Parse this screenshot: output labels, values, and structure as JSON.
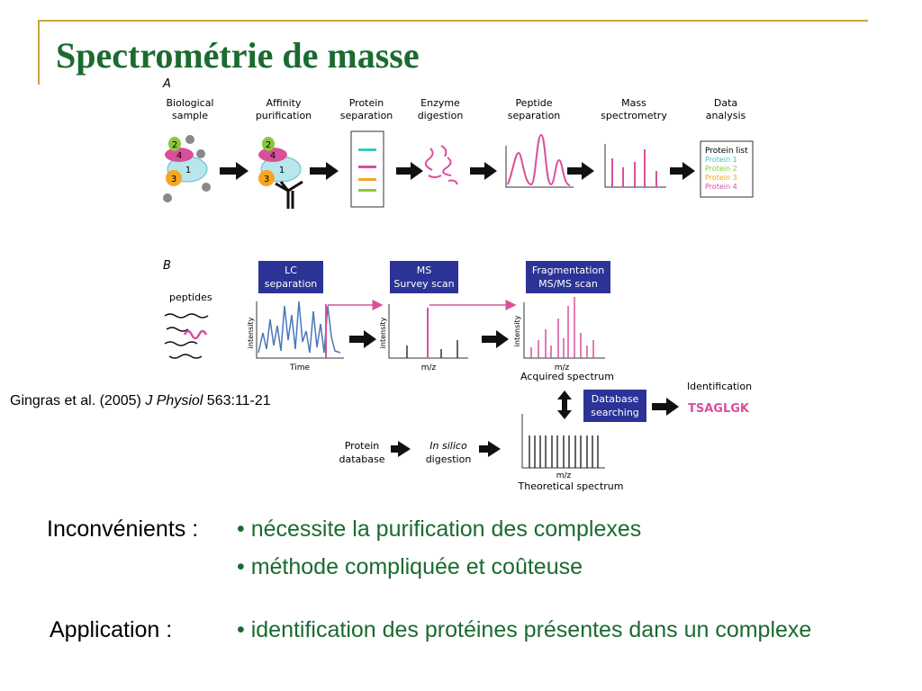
{
  "slide": {
    "title": "Spectrométrie de masse",
    "citation": {
      "authors": "Gingras et al. (2005)",
      "journal": "J Physiol",
      "ref": "563:11-21"
    },
    "inconvenients": {
      "label": "Inconvénients :",
      "items": [
        "nécessite la purification des complexes",
        "méthode compliquée et coûteuse"
      ]
    },
    "application": {
      "label": "Application :",
      "items": [
        "identification des protéines présentes dans un complexe"
      ]
    },
    "colors": {
      "title": "#1a6b2f",
      "bullets": "#1a6b2f",
      "frame": "#c9a53c",
      "pink": "#d9509a",
      "navy": "#2b3396"
    }
  },
  "figure": {
    "panel_a": {
      "label": "A",
      "steps": [
        [
          "Biological",
          "sample"
        ],
        [
          "Affinity",
          "purification"
        ],
        [
          "Protein",
          "separation"
        ],
        [
          "Enzyme",
          "digestion"
        ],
        [
          "Peptide",
          "separation"
        ],
        [
          "Mass",
          "spectrometry"
        ],
        [
          "Data",
          "analysis"
        ]
      ],
      "subunit_labels": [
        "2",
        "4",
        "1",
        "3"
      ],
      "protein_list": {
        "title": "Protein list",
        "items": [
          "Protein 1",
          "Protein 2",
          "Protein 3",
          "Protein 4"
        ],
        "colors": [
          "#3ec6c1",
          "#8cc63f",
          "#f5a623",
          "#d9509a"
        ]
      }
    },
    "panel_b": {
      "label": "B",
      "peptides_label": "peptides",
      "boxes": [
        [
          "LC",
          "separation"
        ],
        [
          "MS",
          "Survey scan"
        ],
        [
          "Fragmentation",
          "MS/MS scan"
        ],
        [
          "Database",
          "searching"
        ]
      ],
      "axis": {
        "intensity": "intensity",
        "time": "Time",
        "mz": "m/z"
      },
      "acquired": "Acquired spectrum",
      "theoretical": "Theoretical spectrum",
      "identification": "Identification",
      "sequence": "TSAGLGK",
      "protein_database": [
        "Protein",
        "database"
      ],
      "in_silico": [
        "In silico",
        "digestion"
      ]
    }
  }
}
